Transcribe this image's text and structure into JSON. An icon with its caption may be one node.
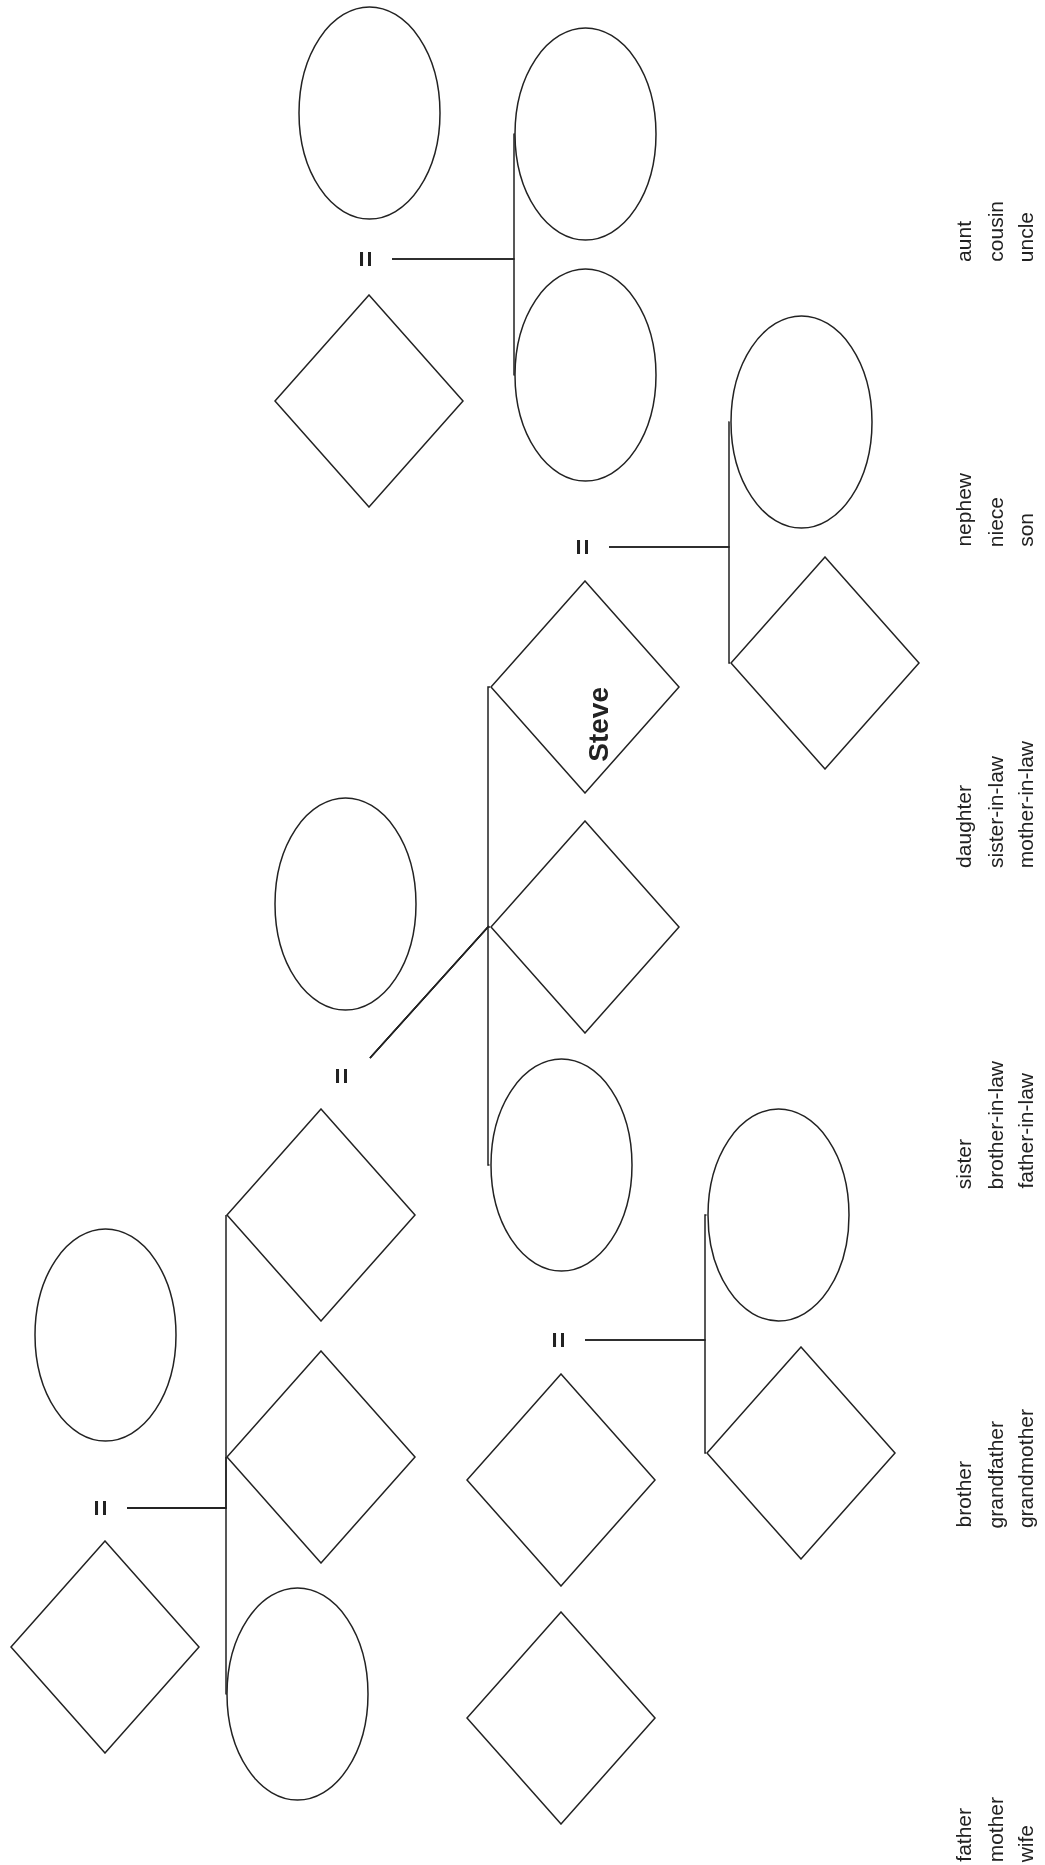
{
  "diagram": {
    "nodes": [
      {
        "text": [],
        "shape": "diamond"
      },
      {
        "text": [
          "="
        ]
      },
      {
        "text": [],
        "shape": "ellipse"
      },
      {
        "text": [],
        "shape": "ellipse"
      },
      {
        "text": [],
        "shape": "diamond"
      },
      {
        "text": [],
        "shape": "diamond"
      },
      {
        "text": [
          "="
        ]
      },
      {
        "text": [],
        "shape": "ellipse"
      },
      {
        "text": [],
        "shape": "ellipse"
      },
      {
        "text": [
          "="
        ]
      },
      {
        "text": [],
        "shape": "diamond"
      },
      {
        "text": [],
        "shape": "diamond"
      },
      {
        "text": [],
        "shape": "diamond"
      },
      {
        "text": [
          "="
        ]
      },
      {
        "text": [],
        "shape": "ellipse"
      },
      {
        "text": [],
        "shape": "diamond"
      },
      {
        "text": [
          "Steve"
        ]
      },
      {
        "text": [
          "="
        ]
      },
      {
        "text": [],
        "shape": "ellipse"
      },
      {
        "text": [],
        "shape": "ellipse"
      },
      {
        "text": [],
        "shape": "ellipse"
      },
      {
        "text": [],
        "shape": "diamond"
      },
      {
        "text": [],
        "shape": "ellipse"
      },
      {
        "text": [],
        "shape": "diamond"
      }
    ],
    "edges": [
      {
        "from": 1,
        "to": 3,
        "arrow": "none"
      },
      {
        "from": 1,
        "to": 4,
        "arrow": "none"
      },
      {
        "from": 1,
        "to": 5,
        "arrow": "none"
      },
      {
        "from": 6,
        "to": 14,
        "arrow": "none"
      },
      {
        "from": 6,
        "to": 15,
        "arrow": "none"
      },
      {
        "from": 6,
        "to": 16,
        "arrow": "none"
      },
      {
        "from": 9,
        "to": 18,
        "arrow": "none"
      },
      {
        "from": 9,
        "to": 19,
        "arrow": "none"
      },
      {
        "from": 13,
        "to": 20,
        "arrow": "none"
      },
      {
        "from": 13,
        "to": 21,
        "arrow": "none"
      },
      {
        "from": 17,
        "to": 22,
        "arrow": "none"
      },
      {
        "from": 17,
        "to": 23,
        "arrow": "none"
      }
    ],
    "labels": [
      "father",
      "mother",
      "wife",
      "brother",
      "grandfather",
      "grandmother",
      "sister",
      "brother-in-law",
      "father-in-law",
      "daughter",
      "sister-in-law",
      "mother-in-law",
      "nephew",
      "niece",
      "son",
      "aunt",
      "cousin",
      "uncle"
    ]
  }
}
